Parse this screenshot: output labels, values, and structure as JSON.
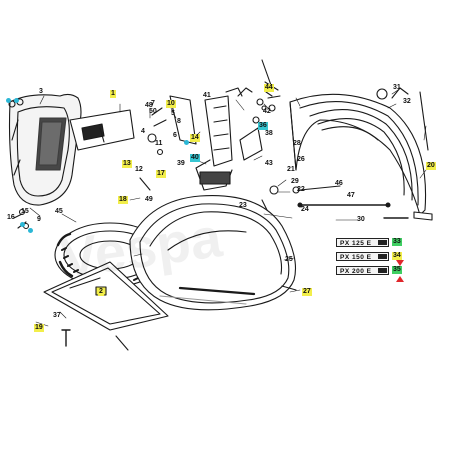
{
  "diagram": {
    "callouts": [
      {
        "id": "c-1",
        "text": "1",
        "style": "yellow"
      },
      {
        "id": "c-2",
        "text": "2",
        "style": "yellow"
      },
      {
        "id": "c-3",
        "text": "3",
        "style": "plain"
      },
      {
        "id": "c-4",
        "text": "4",
        "style": "plain"
      },
      {
        "id": "c-5",
        "text": "5",
        "style": "plain"
      },
      {
        "id": "c-6",
        "text": "6",
        "style": "plain"
      },
      {
        "id": "c-7",
        "text": "7",
        "style": "plain"
      },
      {
        "id": "c-8",
        "text": "8",
        "style": "plain"
      },
      {
        "id": "c-9",
        "text": "9",
        "style": "plain"
      },
      {
        "id": "c-10",
        "text": "10",
        "style": "yellow"
      },
      {
        "id": "c-11",
        "text": "11",
        "style": "plain"
      },
      {
        "id": "c-12",
        "text": "12",
        "style": "plain"
      },
      {
        "id": "c-13",
        "text": "13",
        "style": "yellow"
      },
      {
        "id": "c-14",
        "text": "14",
        "style": "yellow"
      },
      {
        "id": "c-15",
        "text": "15",
        "style": "plain"
      },
      {
        "id": "c-16",
        "text": "16",
        "style": "plain"
      },
      {
        "id": "c-17",
        "text": "17",
        "style": "yellow"
      },
      {
        "id": "c-18",
        "text": "18",
        "style": "yellow"
      },
      {
        "id": "c-19",
        "text": "19",
        "style": "yellow"
      },
      {
        "id": "c-20",
        "text": "20",
        "style": "yellow"
      },
      {
        "id": "c-21",
        "text": "21",
        "style": "plain"
      },
      {
        "id": "c-22",
        "text": "22",
        "style": "plain"
      },
      {
        "id": "c-23",
        "text": "23",
        "style": "plain"
      },
      {
        "id": "c-24",
        "text": "24",
        "style": "plain"
      },
      {
        "id": "c-25",
        "text": "25",
        "style": "plain"
      },
      {
        "id": "c-26",
        "text": "26",
        "style": "plain"
      },
      {
        "id": "c-27",
        "text": "27",
        "style": "yellow"
      },
      {
        "id": "c-28",
        "text": "28",
        "style": "plain"
      },
      {
        "id": "c-29",
        "text": "29",
        "style": "plain"
      },
      {
        "id": "c-30",
        "text": "30",
        "style": "plain"
      },
      {
        "id": "c-31",
        "text": "31",
        "style": "plain"
      },
      {
        "id": "c-32",
        "text": "32",
        "style": "plain"
      },
      {
        "id": "c-33",
        "text": "33",
        "style": "green"
      },
      {
        "id": "c-34",
        "text": "34",
        "style": "yellow"
      },
      {
        "id": "c-35",
        "text": "35",
        "style": "green"
      },
      {
        "id": "c-36",
        "text": "36",
        "style": "cyan"
      },
      {
        "id": "c-37",
        "text": "37",
        "style": "plain"
      },
      {
        "id": "c-38",
        "text": "38",
        "style": "plain"
      },
      {
        "id": "c-39",
        "text": "39",
        "style": "plain"
      },
      {
        "id": "c-40",
        "text": "40",
        "style": "cyan"
      },
      {
        "id": "c-41",
        "text": "41",
        "style": "plain"
      },
      {
        "id": "c-42",
        "text": "42",
        "style": "plain"
      },
      {
        "id": "c-43",
        "text": "43",
        "style": "plain"
      },
      {
        "id": "c-44",
        "text": "44",
        "style": "yellow"
      },
      {
        "id": "c-45",
        "text": "45",
        "style": "plain"
      },
      {
        "id": "c-46",
        "text": "46",
        "style": "plain"
      },
      {
        "id": "c-47",
        "text": "47",
        "style": "plain"
      },
      {
        "id": "c-48",
        "text": "48",
        "style": "plain"
      },
      {
        "id": "c-49",
        "text": "49",
        "style": "plain"
      },
      {
        "id": "c-50",
        "text": "50",
        "style": "plain"
      }
    ],
    "badges": [
      {
        "id": "badge-px125",
        "text": "PX 125 E"
      },
      {
        "id": "badge-px150",
        "text": "PX 150 E"
      },
      {
        "id": "badge-px200",
        "text": "PX 200 E"
      }
    ],
    "watermark": "vespa",
    "colors": {
      "yellow": "#f2ee4a",
      "green": "#3fcf62",
      "cyan": "#37c6d2",
      "marker": "#e0262b",
      "ink": "#1a1a1a"
    }
  }
}
